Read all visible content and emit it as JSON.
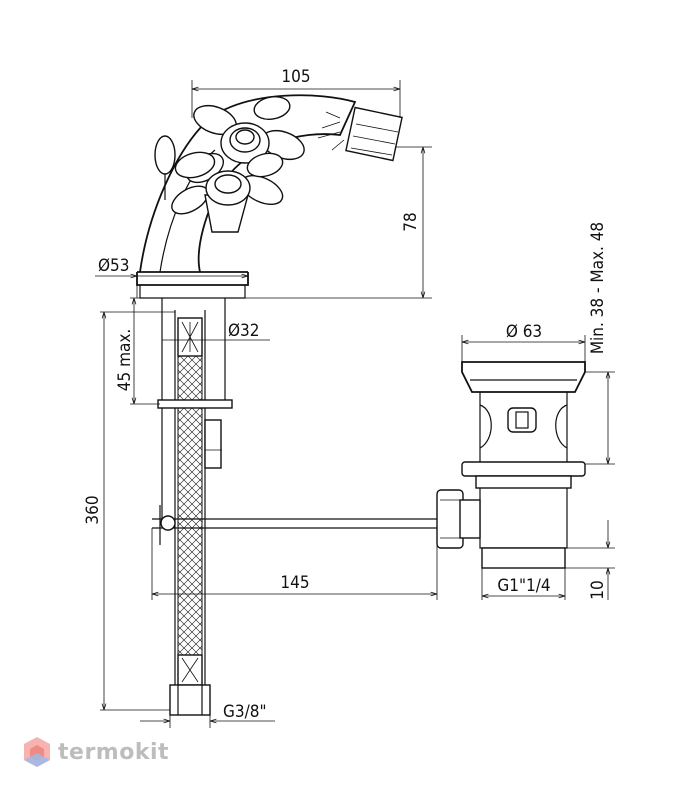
{
  "dimensions": {
    "width_top": "105",
    "height_spout": "78",
    "base_diameter": "Ø53",
    "shank_diameter": "Ø32",
    "max_thickness": "45 max.",
    "total_length": "360",
    "rod_length": "145",
    "hose_thread": "G3/8\"",
    "waste_diameter": "Ø 63",
    "waste_range": "Min. 38 - Max. 48",
    "waste_thread": "G1\"1/4",
    "waste_height": "10"
  },
  "brand": {
    "name": "termokit",
    "accent": "#e53935",
    "secondary": "#5c8bd6"
  }
}
